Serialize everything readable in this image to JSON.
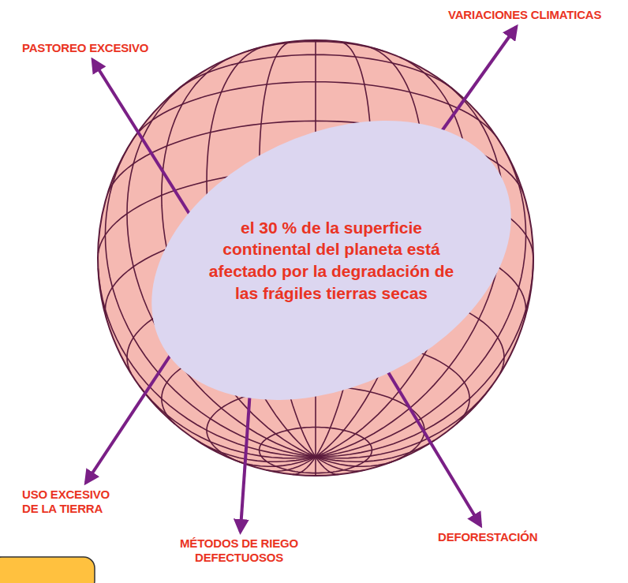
{
  "diagram": {
    "nodes": [
      {
        "text": [
          "PASTOREO EXCESIVO"
        ]
      },
      {
        "text": [
          "VARIACIONES CLIMATICAS"
        ]
      },
      {
        "text": [
          "el 30 % de la superficie continental del planeta está afectado por la degradación de las frágiles tierras secas"
        ]
      },
      {
        "text": [
          "USO EXCESIVO DE LA TIERRA"
        ]
      },
      {
        "text": [
          "MÉTODOS DE RIEGO DEFECTUOSOS"
        ]
      },
      {
        "text": [
          "DEFORESTACIÓN"
        ]
      }
    ],
    "edges": [
      {
        "from": 0,
        "to": 2,
        "arrow": "both"
      },
      {
        "from": 1,
        "to": 2,
        "arrow": "both"
      },
      {
        "from": 3,
        "to": 2,
        "arrow": "both"
      },
      {
        "from": 4,
        "to": 2,
        "arrow": "both"
      },
      {
        "from": 5,
        "to": 2,
        "arrow": "both"
      }
    ]
  }
}
